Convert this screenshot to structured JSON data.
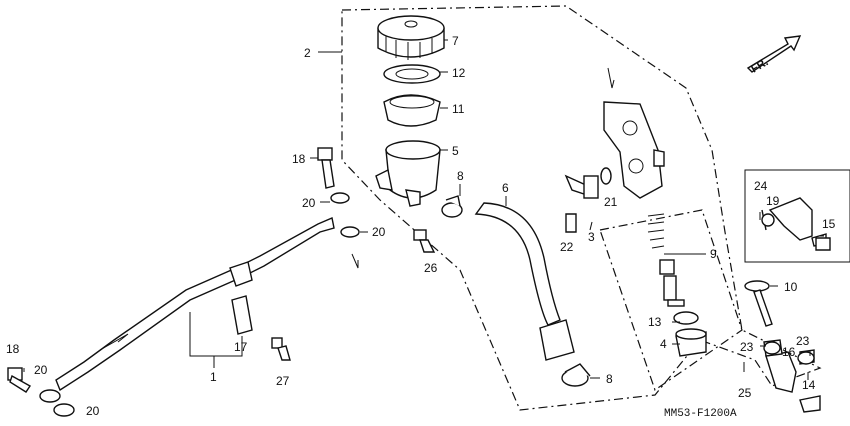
{
  "diagram_code": "MM53-F1200A",
  "direction_label": "FR.",
  "callouts": [
    {
      "id": "c1",
      "text": "1"
    },
    {
      "id": "c2",
      "text": "2"
    },
    {
      "id": "c3",
      "text": "3"
    },
    {
      "id": "c4",
      "text": "4"
    },
    {
      "id": "c5",
      "text": "5"
    },
    {
      "id": "c6",
      "text": "6"
    },
    {
      "id": "c7",
      "text": "7"
    },
    {
      "id": "c8a",
      "text": "8"
    },
    {
      "id": "c8b",
      "text": "8"
    },
    {
      "id": "c9",
      "text": "9"
    },
    {
      "id": "c10",
      "text": "10"
    },
    {
      "id": "c11",
      "text": "11"
    },
    {
      "id": "c12",
      "text": "12"
    },
    {
      "id": "c13",
      "text": "13"
    },
    {
      "id": "c14",
      "text": "14"
    },
    {
      "id": "c15",
      "text": "15"
    },
    {
      "id": "c16",
      "text": "16"
    },
    {
      "id": "c17",
      "text": "17"
    },
    {
      "id": "c18a",
      "text": "18"
    },
    {
      "id": "c18b",
      "text": "18"
    },
    {
      "id": "c19",
      "text": "19"
    },
    {
      "id": "c20a",
      "text": "20"
    },
    {
      "id": "c20b",
      "text": "20"
    },
    {
      "id": "c20c",
      "text": "20"
    },
    {
      "id": "c20d",
      "text": "20"
    },
    {
      "id": "c21",
      "text": "21"
    },
    {
      "id": "c22",
      "text": "22"
    },
    {
      "id": "c23a",
      "text": "23"
    },
    {
      "id": "c23b",
      "text": "23"
    },
    {
      "id": "c24",
      "text": "24"
    },
    {
      "id": "c25",
      "text": "25"
    },
    {
      "id": "c26",
      "text": "26"
    },
    {
      "id": "c27",
      "text": "27"
    }
  ]
}
